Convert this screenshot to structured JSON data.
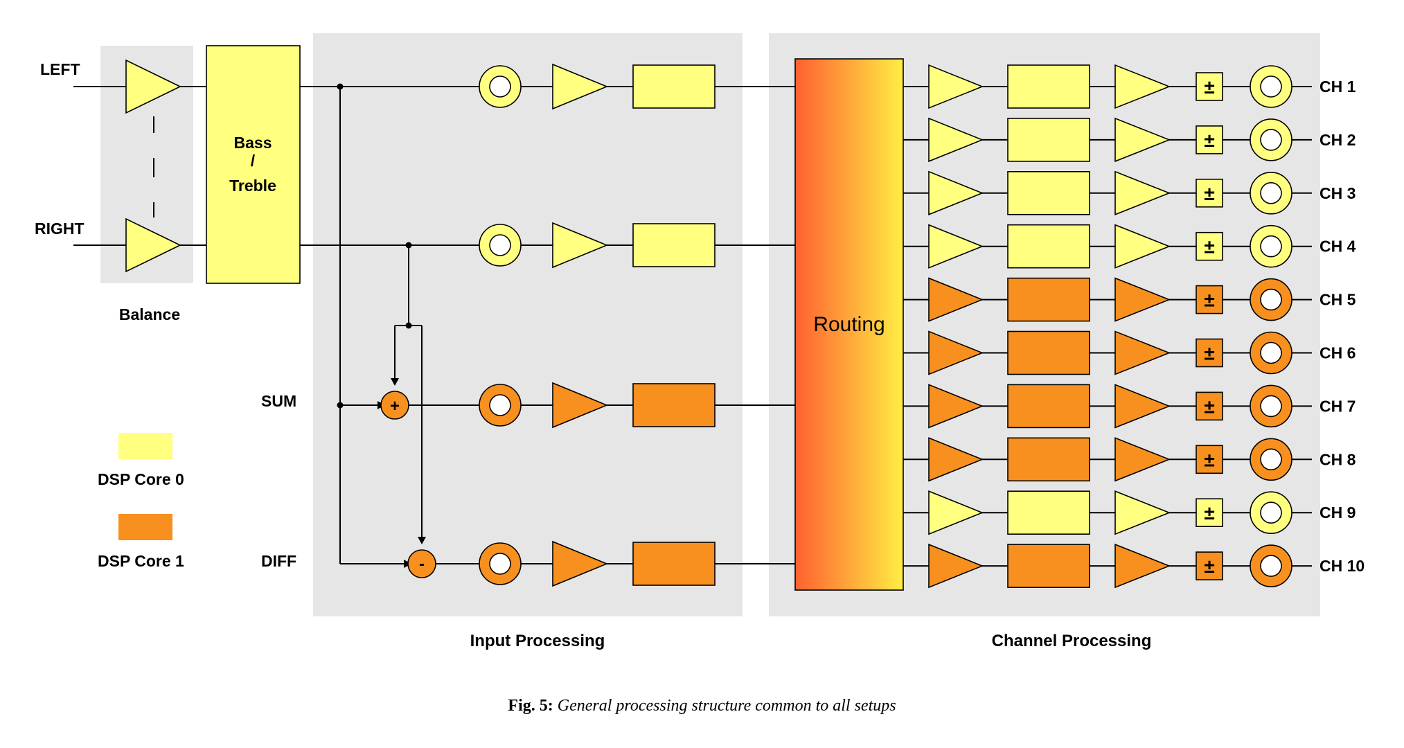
{
  "colors": {
    "core0": "#ffff80",
    "core1": "#f7901e",
    "panel": "#e6e6e6",
    "routing_left": "#ff6030",
    "routing_right": "#ffee44"
  },
  "inputs": {
    "left": "LEFT",
    "right": "RIGHT",
    "sum": "SUM",
    "diff": "DIFF"
  },
  "blocks": {
    "balance": "Balance",
    "bass_treble": [
      "Bass",
      "/",
      "Treble"
    ],
    "routing": "Routing"
  },
  "operators": {
    "plus": "+",
    "minus": "-",
    "plusminus": "±"
  },
  "legend": [
    {
      "label": "DSP Core 0",
      "core": 0
    },
    {
      "label": "DSP Core 1",
      "core": 1
    }
  ],
  "sections": {
    "input": "Input Processing",
    "channel": "Channel Processing"
  },
  "input_rows": [
    {
      "name": "left",
      "core": 0
    },
    {
      "name": "right",
      "core": 0
    },
    {
      "name": "sum",
      "core": 1
    },
    {
      "name": "diff",
      "core": 1
    }
  ],
  "channels": [
    {
      "label": "CH 1",
      "core": 0
    },
    {
      "label": "CH 2",
      "core": 0
    },
    {
      "label": "CH 3",
      "core": 0
    },
    {
      "label": "CH 4",
      "core": 0
    },
    {
      "label": "CH 5",
      "core": 1
    },
    {
      "label": "CH 6",
      "core": 1
    },
    {
      "label": "CH 7",
      "core": 1
    },
    {
      "label": "CH 8",
      "core": 1
    },
    {
      "label": "CH 9",
      "core": 0
    },
    {
      "label": "CH 10",
      "core": 1
    }
  ],
  "caption": {
    "number": "Fig. 5:",
    "text": "General processing structure common to all setups"
  }
}
